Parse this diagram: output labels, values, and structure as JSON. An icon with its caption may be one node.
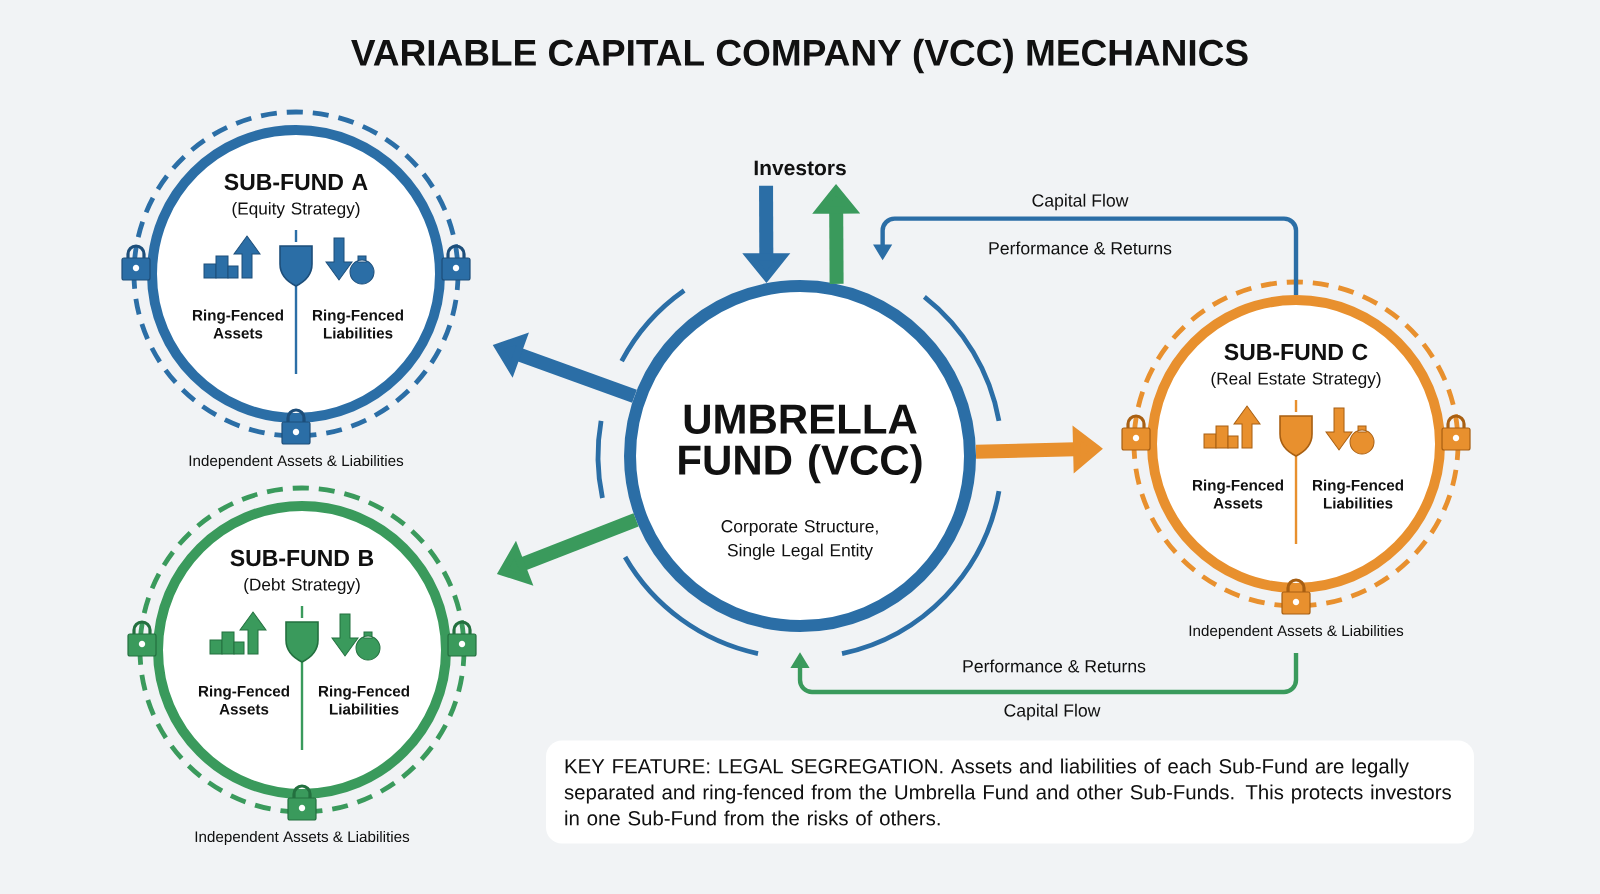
{
  "diagram": {
    "title": "VARIABLE CAPITAL COMPANY (VCC) MECHANICS",
    "nodes": [
      {
        "text": [
          "UMBRELLA FUND (VCC)",
          "Corporate Structure, Single Legal Entity"
        ]
      },
      {
        "text": [
          "SUB-FUND A",
          "(Equity Strategy)",
          "Ring-Fenced Assets",
          "Ring-Fenced Liabilities"
        ],
        "beside": [
          "Independent Assets & Liabilities"
        ]
      },
      {
        "text": [
          "SUB-FUND B",
          "(Debt Strategy)",
          "Ring-Fenced Assets",
          "Ring-Fenced Liabilities"
        ],
        "beside": [
          "Independent Assets & Liabilities"
        ]
      },
      {
        "text": [
          "SUB-FUND C",
          "(Real Estate Strategy)",
          "Ring-Fenced Assets",
          "Ring-Fenced Liabilities"
        ],
        "beside": [
          "Independent Assets & Liabilities"
        ]
      },
      {
        "text": [
          "Investors"
        ]
      },
      {
        "text": [
          "KEY FEATURE: LEGAL SEGREGATION. Assets and liabilities of each Sub-Fund are legally separated and ring-fenced from the Umbrella Fund and other Sub-Funds. This protects investors in one Sub-Fund from the risks of others."
        ]
      }
    ],
    "edges": [
      {
        "from": 0,
        "to": 1,
        "arrow": "to",
        "color": "#2b6ea6"
      },
      {
        "from": 0,
        "to": 2,
        "arrow": "to",
        "color": "#3a9a5c"
      },
      {
        "from": 0,
        "to": 3,
        "arrow": "to",
        "color": "#e8902e"
      },
      {
        "from": 4,
        "to": 0,
        "arrow": "to",
        "color": "#2b6ea6"
      },
      {
        "from": 0,
        "to": 4,
        "arrow": "to",
        "color": "#3a9a5c"
      },
      {
        "from": 3,
        "to": 0,
        "arrow": "to",
        "label": "Capital Flow",
        "color": "#2b6ea6"
      },
      {
        "from": 3,
        "to": 0,
        "arrow": "to",
        "label": "Performance & Returns",
        "color": "#3a9a5c"
      }
    ],
    "labels": [
      "Performance & Returns",
      "Capital Flow"
    ]
  }
}
